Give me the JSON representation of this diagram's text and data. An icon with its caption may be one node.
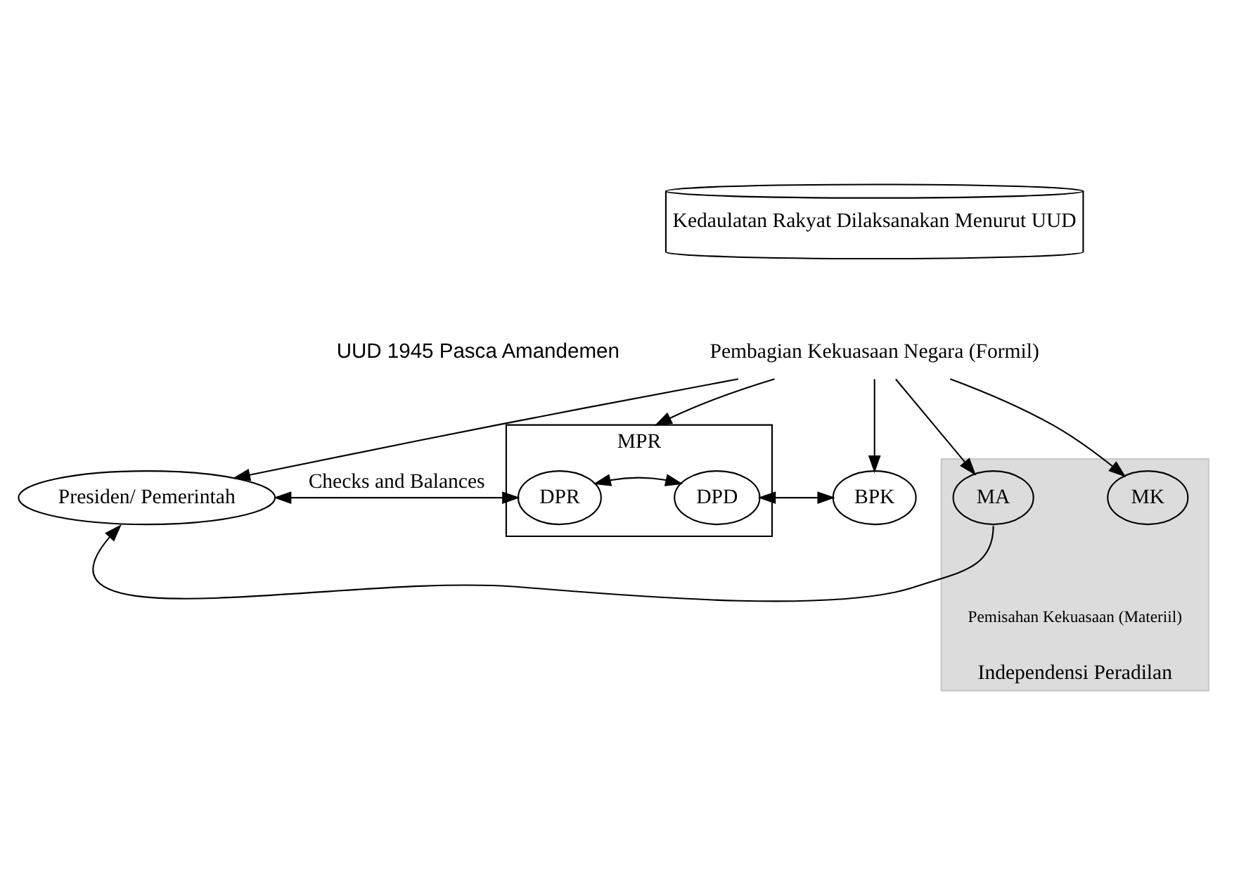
{
  "diagram": {
    "nodes": [
      {
        "text": [
          "Kedaulatan Rakyat Dilaksanakan Menurut UUD"
        ]
      },
      {
        "text": [
          "Pembagian Kekuasaan Negara (Formil)"
        ]
      },
      {
        "text": [
          "Presiden/ Pemerintah"
        ]
      },
      {
        "text": [
          "MPR"
        ]
      },
      {
        "text": [
          "DPR"
        ],
        "in": 3
      },
      {
        "text": [
          "DPD"
        ],
        "in": 3
      },
      {
        "text": [
          "BPK"
        ]
      },
      {
        "text": [
          "Independensi Peradilan"
        ],
        "beside": [
          "Pemisahan Kekuasaan (Materiil)"
        ]
      },
      {
        "text": [
          "MA"
        ],
        "in": 7
      },
      {
        "text": [
          "MK"
        ],
        "in": 7
      }
    ],
    "edges": [
      {
        "from": 1,
        "to": 2,
        "arrow": "to"
      },
      {
        "from": 1,
        "to": 3,
        "arrow": "to"
      },
      {
        "from": 1,
        "to": 6,
        "arrow": "to"
      },
      {
        "from": 1,
        "to": 8,
        "arrow": "to"
      },
      {
        "from": 1,
        "to": 9,
        "arrow": "to"
      },
      {
        "from": 2,
        "to": 4,
        "arrow": "both",
        "label": "Checks and Balances"
      },
      {
        "from": 4,
        "to": 5,
        "arrow": "both"
      },
      {
        "from": 5,
        "to": 6,
        "arrow": "both"
      },
      {
        "from": 8,
        "to": 2,
        "arrow": "to"
      }
    ],
    "labels": [
      "UUD 1945 Pasca Amandemen"
    ]
  }
}
